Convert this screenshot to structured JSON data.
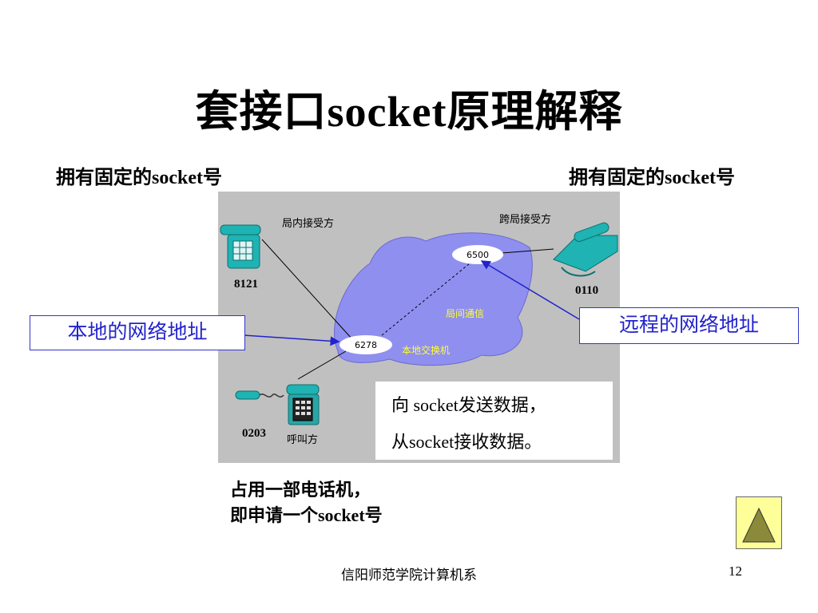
{
  "title": "套接口socket原理解释",
  "captions": {
    "left": "拥有固定的socket号",
    "right": "拥有固定的socket号"
  },
  "diagram": {
    "local_receiver": "局内接受方",
    "remote_receiver": "跨局接受方",
    "caller": "呼叫方",
    "phone_8121": "8121",
    "phone_0110": "0110",
    "phone_0203": "0203",
    "node_6500": "6500",
    "node_6278": "6278",
    "inter_office": "局间通信",
    "local_switch": "本地交换机"
  },
  "callouts": {
    "local_address": "本地的网络地址",
    "remote_address": "远程的网络地址"
  },
  "send_box": {
    "line1": "向 socket发送数据，",
    "line2": "从socket接收数据。"
  },
  "bottom_note": {
    "line1": "占用一部电话机，",
    "line2": "即申请一个socket号"
  },
  "footer": {
    "text": "信阳师范学院计算机系",
    "page": "12"
  },
  "colors": {
    "panel": "#c0c0c0",
    "cloud": "#8f8ff0",
    "callout_text": "#2222cc",
    "phone_teal": "#1fb3b3",
    "nav_button": "#ffff99"
  }
}
